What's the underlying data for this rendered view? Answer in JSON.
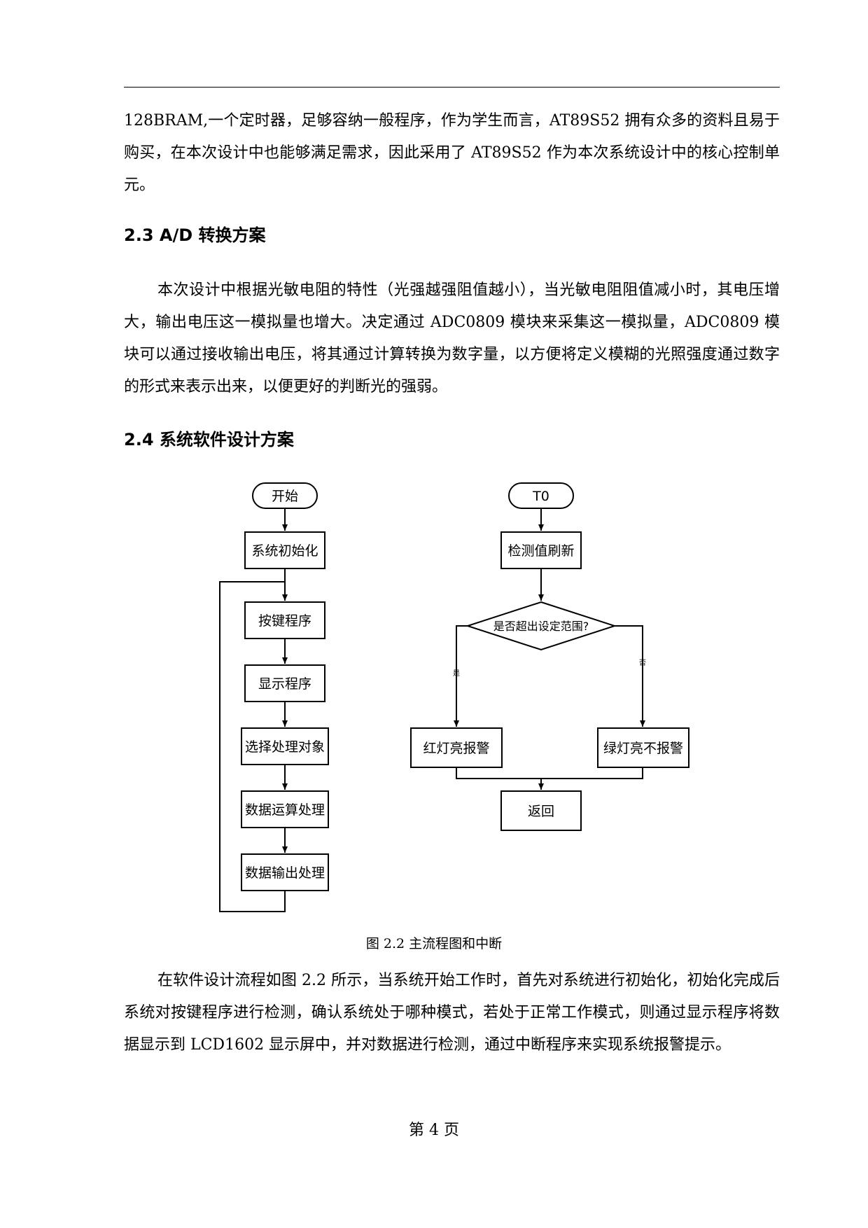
{
  "paragraphs": {
    "p1": "128BRAM,一个定时器，足够容纳一般程序，作为学生而言，AT89S52 拥有众多的资料且易于购买，在本次设计中也能够满足需求，因此采用了 AT89S52 作为本次系统设计中的核心控制单元。",
    "p2": "本次设计中根据光敏电阻的特性（光强越强阻值越小），当光敏电阻阻值减小时，其电压增大，输出电压这一模拟量也增大。决定通过 ADC0809 模块来采集这一模拟量，ADC0809 模块可以通过接收输出电压，将其通过计算转换为数字量，以方便将定义模糊的光照强度通过数字的形式来表示出来，以便更好的判断光的强弱。",
    "p3": "在软件设计流程如图 2.2 所示，当系统开始工作时，首先对系统进行初始化，初始化完成后系统对按键程序进行检测，确认系统处于哪种模式，若处于正常工作模式，则通过显示程序将数据显示到 LCD1602 显示屏中，并对数据进行检测，通过中断程序来实现系统报警提示。"
  },
  "headings": {
    "h23": "2.3 A/D 转换方案",
    "h24": "2.4  系统软件设计方案"
  },
  "flowchart_main": {
    "start": "开始",
    "steps": [
      "系统初始化",
      "按键程序",
      "显示程序",
      "选择处理对象",
      "数据运算处理",
      "数据输出处理"
    ]
  },
  "flowchart_interrupt": {
    "start": "T0",
    "refresh": "检测值刷新",
    "decision": "是否超出设定范围?",
    "yes_label": "是",
    "no_label": "否",
    "yes_box": "红灯亮报警",
    "no_box": "绿灯亮不报警",
    "return": "返回"
  },
  "caption": "图 2.2  主流程图和中断",
  "footer": "第  4  页"
}
